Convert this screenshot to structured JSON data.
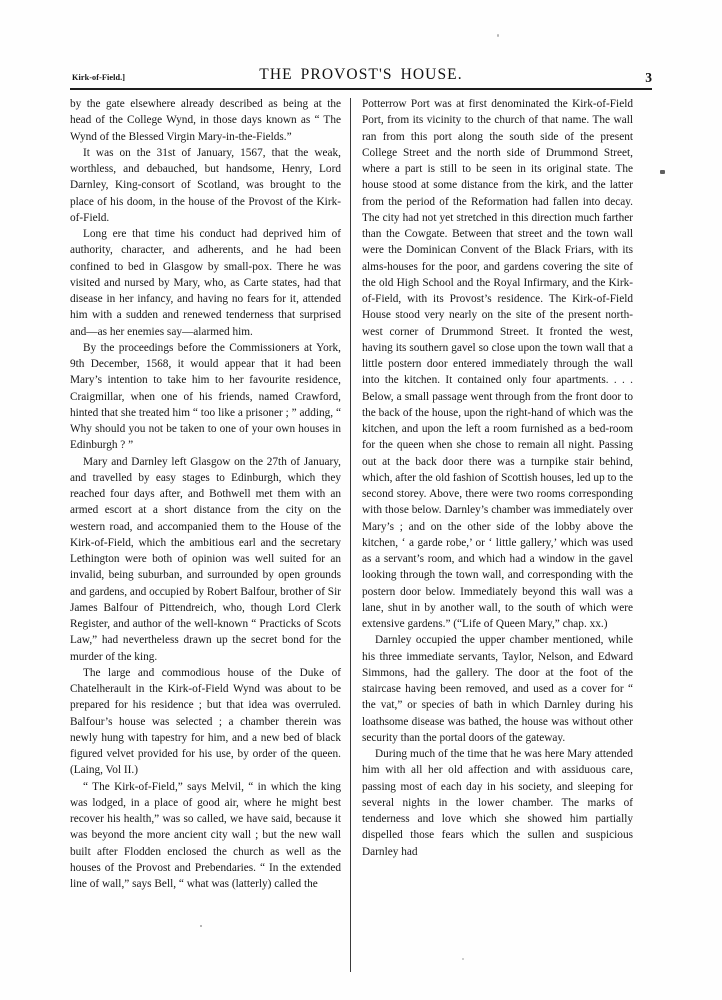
{
  "page": {
    "header": {
      "left_label": "Kirk-of-Field.]",
      "title": "THE PROVOST'S HOUSE.",
      "page_number": "3"
    },
    "columns": {
      "left": [
        "by the gate elsewhere already described as being at the head of the College Wynd, in those days known as “ The Wynd of the Blessed Virgin Mary-in-the-Fields.”",
        "It was on the 31st of January, 1567, that the weak, worthless, and debauched, but handsome, Henry, Lord Darnley, King-consort of Scotland, was brought to the place of his doom, in the house of the Provost of the Kirk-of-Field.",
        "Long ere that time his conduct had deprived him of authority, character, and adherents, and he had been confined to bed in Glasgow by small-pox. There he was visited and nursed by Mary, who, as Carte states, had that disease in her infancy, and having no fears for it, attended him with a sudden and renewed tenderness that surprised and—as her enemies say—alarmed him.",
        "By the proceedings before the Commissioners at York, 9th December, 1568, it would appear that it had been Mary’s intention to take him to her favourite residence, Craigmillar, when one of his friends, named Crawford, hinted that she treated him “ too like a prisoner ; ” adding, “ Why should you not be taken to one of your own houses in Edinburgh ? ”",
        "Mary and Darnley left Glasgow on the 27th of January, and travelled by easy stages to Edinburgh, which they reached four days after, and Bothwell met them with an armed escort at a short distance from the city on the western road, and accompanied them to the House of the Kirk-of-Field, which the ambitious earl and the secretary Lethington were both of opinion was well suited for an invalid, being suburban, and surrounded by open grounds and gardens, and occupied by Robert Balfour, brother of Sir James Balfour of Pittendreich, who, though Lord Clerk Register, and author of the well-known “ Practicks of Scots Law,” had nevertheless drawn up the secret bond for the murder of the king.",
        "The large and commodious house of the Duke of Chatelherault in the Kirk-of-Field Wynd was about to be prepared for his residence ; but that idea was overruled. Balfour’s house was selected ; a chamber therein was newly hung with tapestry for him, and a new bed of black figured velvet provided for his use, by order of the queen. (Laing, Vol II.)",
        "“ The Kirk-of-Field,” says Melvil, “ in which the king was lodged, in a place of good air, where he might best recover his health,” was so called, we have said, because it was beyond the more ancient city wall ; but the new wall built after Flodden enclosed the church as well as the houses of the Provost and Prebendaries. “ In the extended line of wall,” says Bell, “ what was (latterly) called the"
      ],
      "right": [
        "Potterrow Port was at first denominated the Kirk-of-Field Port, from its vicinity to the church of that name. The wall ran from this port along the south side of the present College Street and the north side of Drummond Street, where a part is still to be seen in its original state. The house stood at some distance from the kirk, and the latter from the period of the Reformation had fallen into decay. The city had not yet stretched in this direction much farther than the Cowgate. Between that street and the town wall were the Dominican Convent of the Black Friars, with its alms-houses for the poor, and gardens covering the site of the old High School and the Royal Infirmary, and the Kirk-of-Field, with its Provost’s residence. The Kirk-of-Field House stood very nearly on the site of the present north-west corner of Drummond Street. It fronted the west, having its southern gavel so close upon the town wall that a little postern door entered immediately through the wall into the kitchen. It contained only four apartments. . . . Below, a small passage went through from the front door to the back of the house, upon the right-hand of which was the kitchen, and upon the left a room furnished as a bed-room for the queen when she chose to remain all night. Passing out at the back door there was a turnpike stair behind, which, after the old fashion of Scottish houses, led up to the second storey. Above, there were two rooms corresponding with those below. Darnley’s chamber was immediately over Mary’s ; and on the other side of the lobby above the kitchen, ‘ a garde robe,’ or ‘ little gallery,’ which was used as a servant’s room, and which had a window in the gavel looking through the town wall, and corresponding with the postern door below. Immediately beyond this wall was a lane, shut in by another wall, to the south of which were extensive gardens.” (“Life of Queen Mary,” chap. xx.)",
        "Darnley occupied the upper chamber mentioned, while his three immediate servants, Taylor, Nelson, and Edward Simmons, had the gallery. The door at the foot of the staircase having been removed, and used as a cover for “ the vat,” or species of bath in which Darnley during his loathsome disease was bathed, the house was without other security than the portal doors of the gateway.",
        "During much of the time that he was here Mary attended him with all her old affection and with assiduous care, passing most of each day in his society, and sleeping for several nights in the lower chamber. The marks of tenderness and love which she showed him partially dispelled those fears which the sullen and suspicious Darnley had"
      ]
    }
  }
}
